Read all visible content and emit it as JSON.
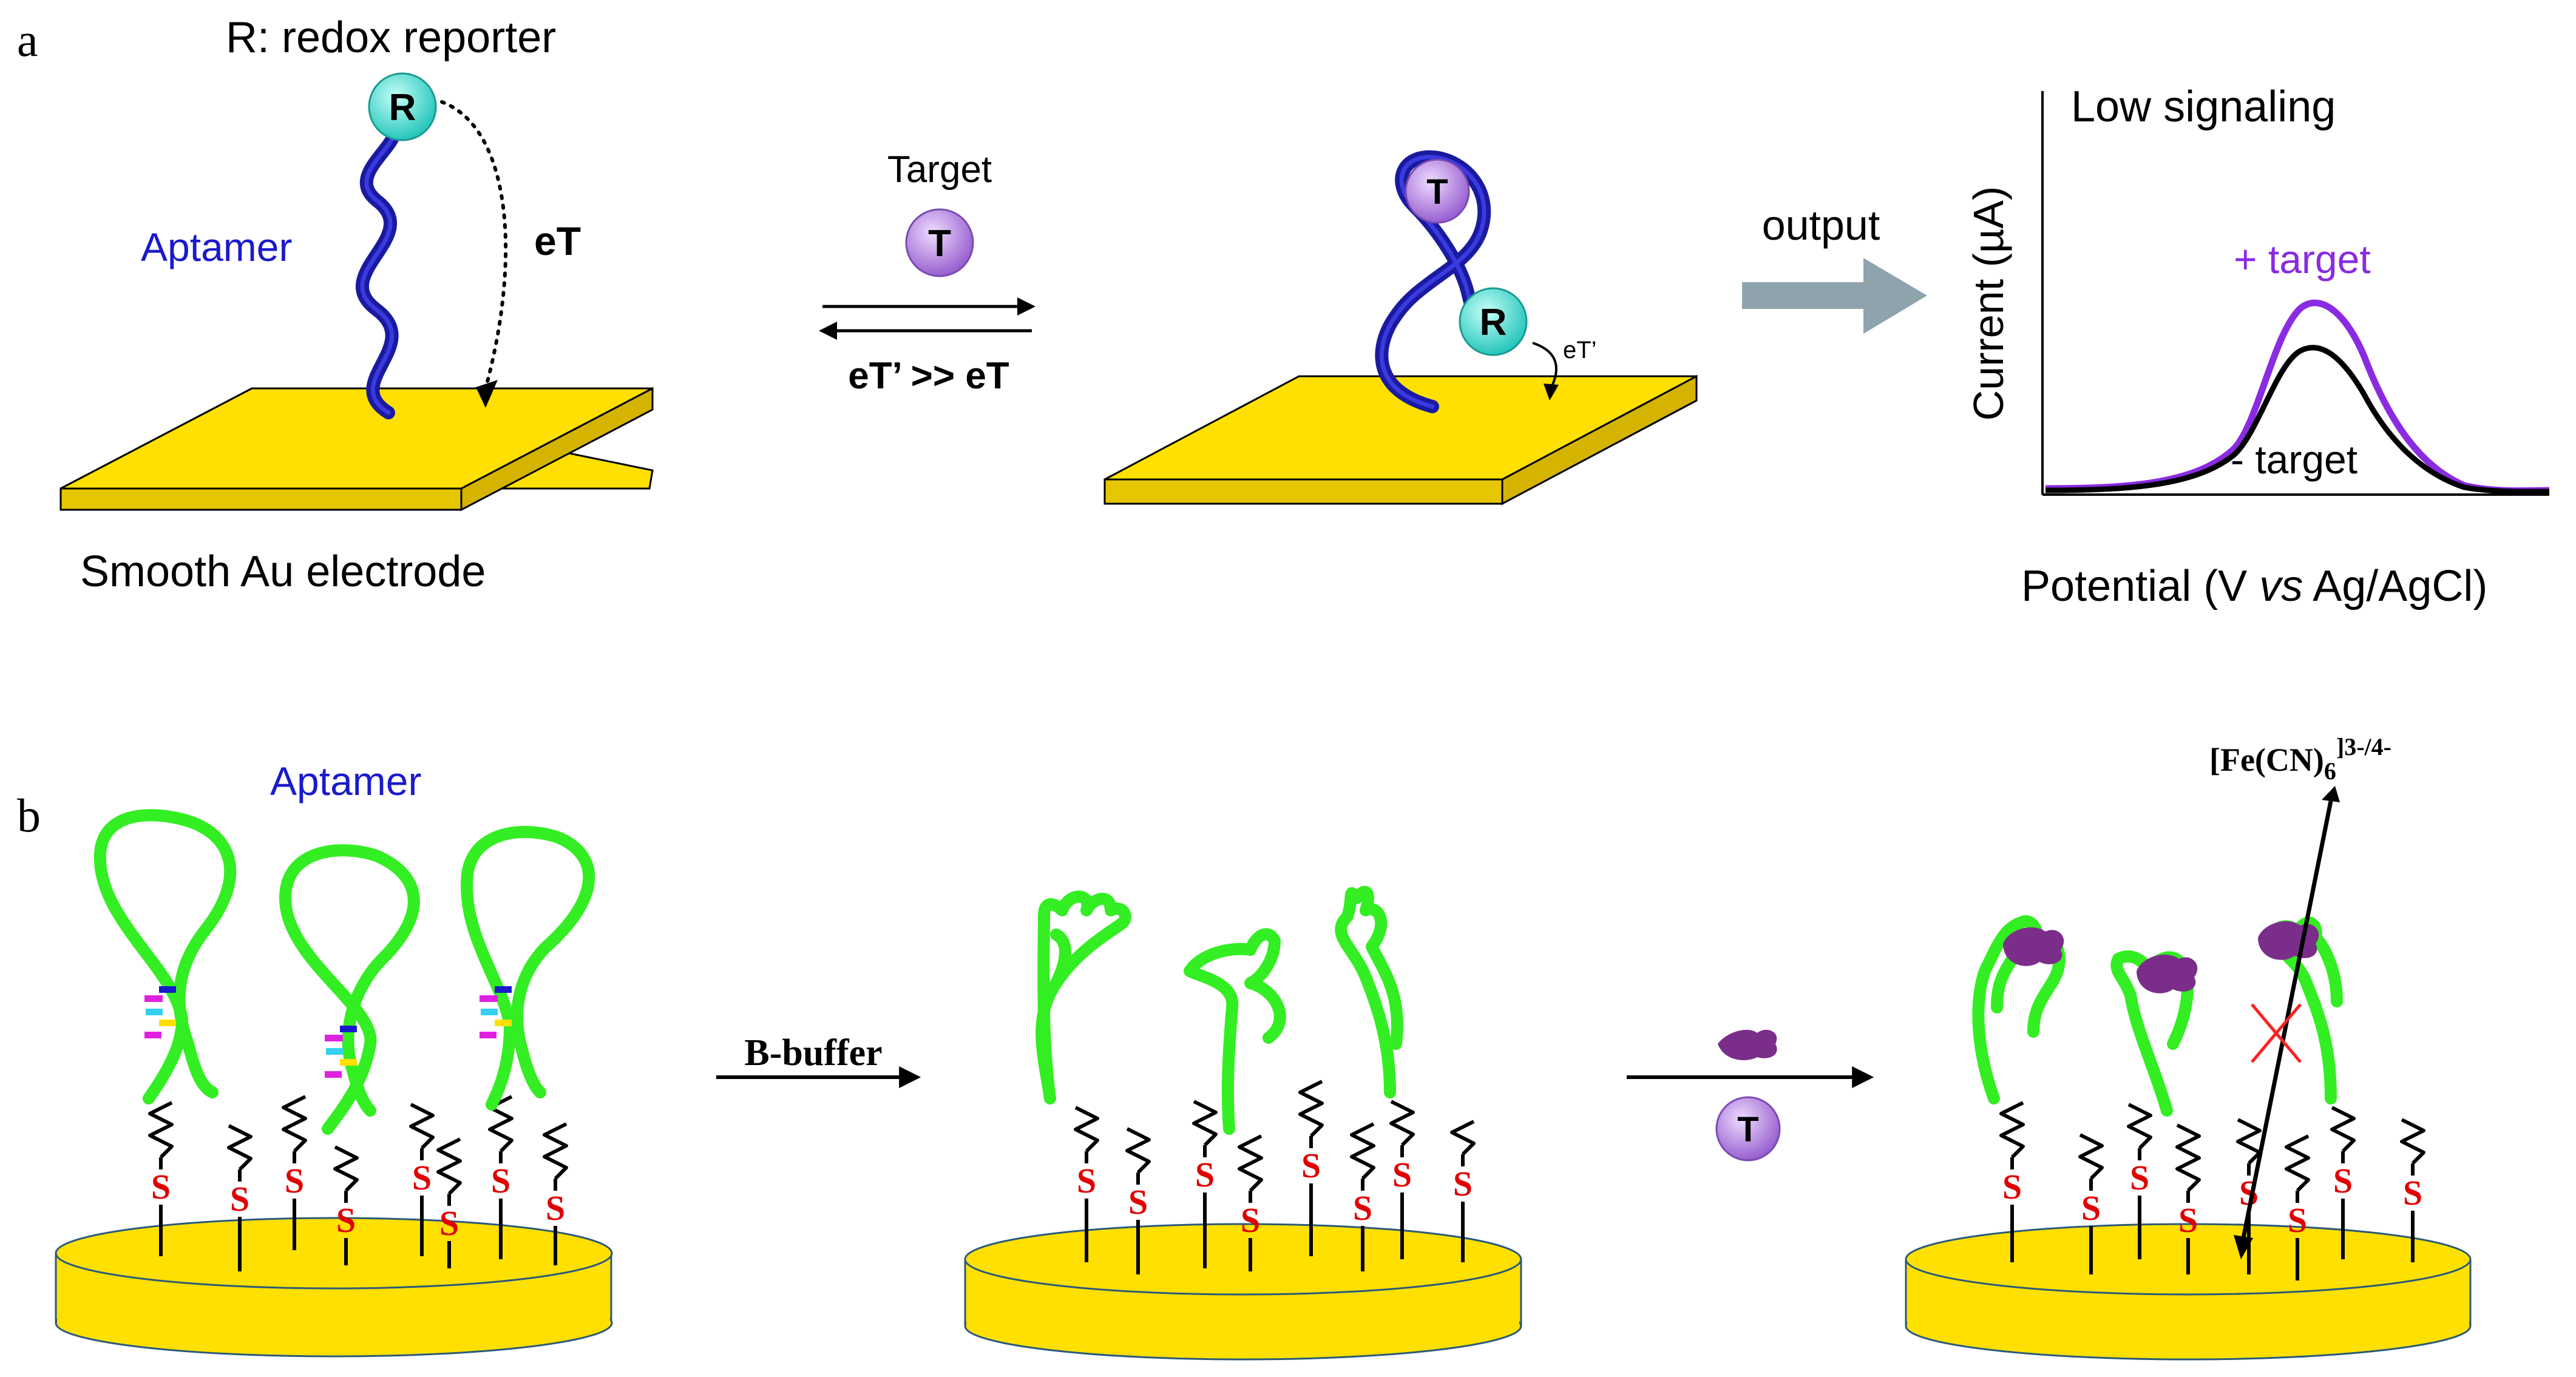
{
  "panel_a": {
    "letter": "a",
    "reporter_label": "R: redox reporter",
    "reporter_symbol": "R",
    "aptamer_label": "Aptamer",
    "eT_label": "eT",
    "electrode_label": "Smooth Au electrode",
    "target_label": "Target",
    "target_symbol": "T",
    "equilibrium_label": "eT’ >> eT",
    "eT_prime_label": "eT’",
    "output_label": "output",
    "graph": {
      "title": "Low signaling",
      "ylabel": "Current  (µA)",
      "xlabel_pre": "Potential (V ",
      "xlabel_italic": "vs",
      "xlabel_post": " Ag/AgCl)",
      "plus_target": "+ target",
      "minus_target": "- target",
      "plus_color": "#8a2be2",
      "minus_color": "#000000"
    }
  },
  "panel_b": {
    "letter": "b",
    "aptamer_label": "Aptamer",
    "buffer_label": "B-buffer",
    "target_symbol": "T",
    "probe_label": "[Fe(CN)",
    "probe_sub": "6",
    "probe_sup": "]3-/4-",
    "thiol_symbol": "S"
  },
  "colors": {
    "gold": "#ffe000",
    "gold_side": "#e6c600",
    "helix": "#1a1aa0",
    "reporter": "#3cd6c8",
    "target": "#a070d8",
    "aptamer_green": "#33ee22",
    "thiol_red": "#e00000",
    "arrow_gray": "#8fa3ad",
    "label_blue": "#1a1acc"
  }
}
